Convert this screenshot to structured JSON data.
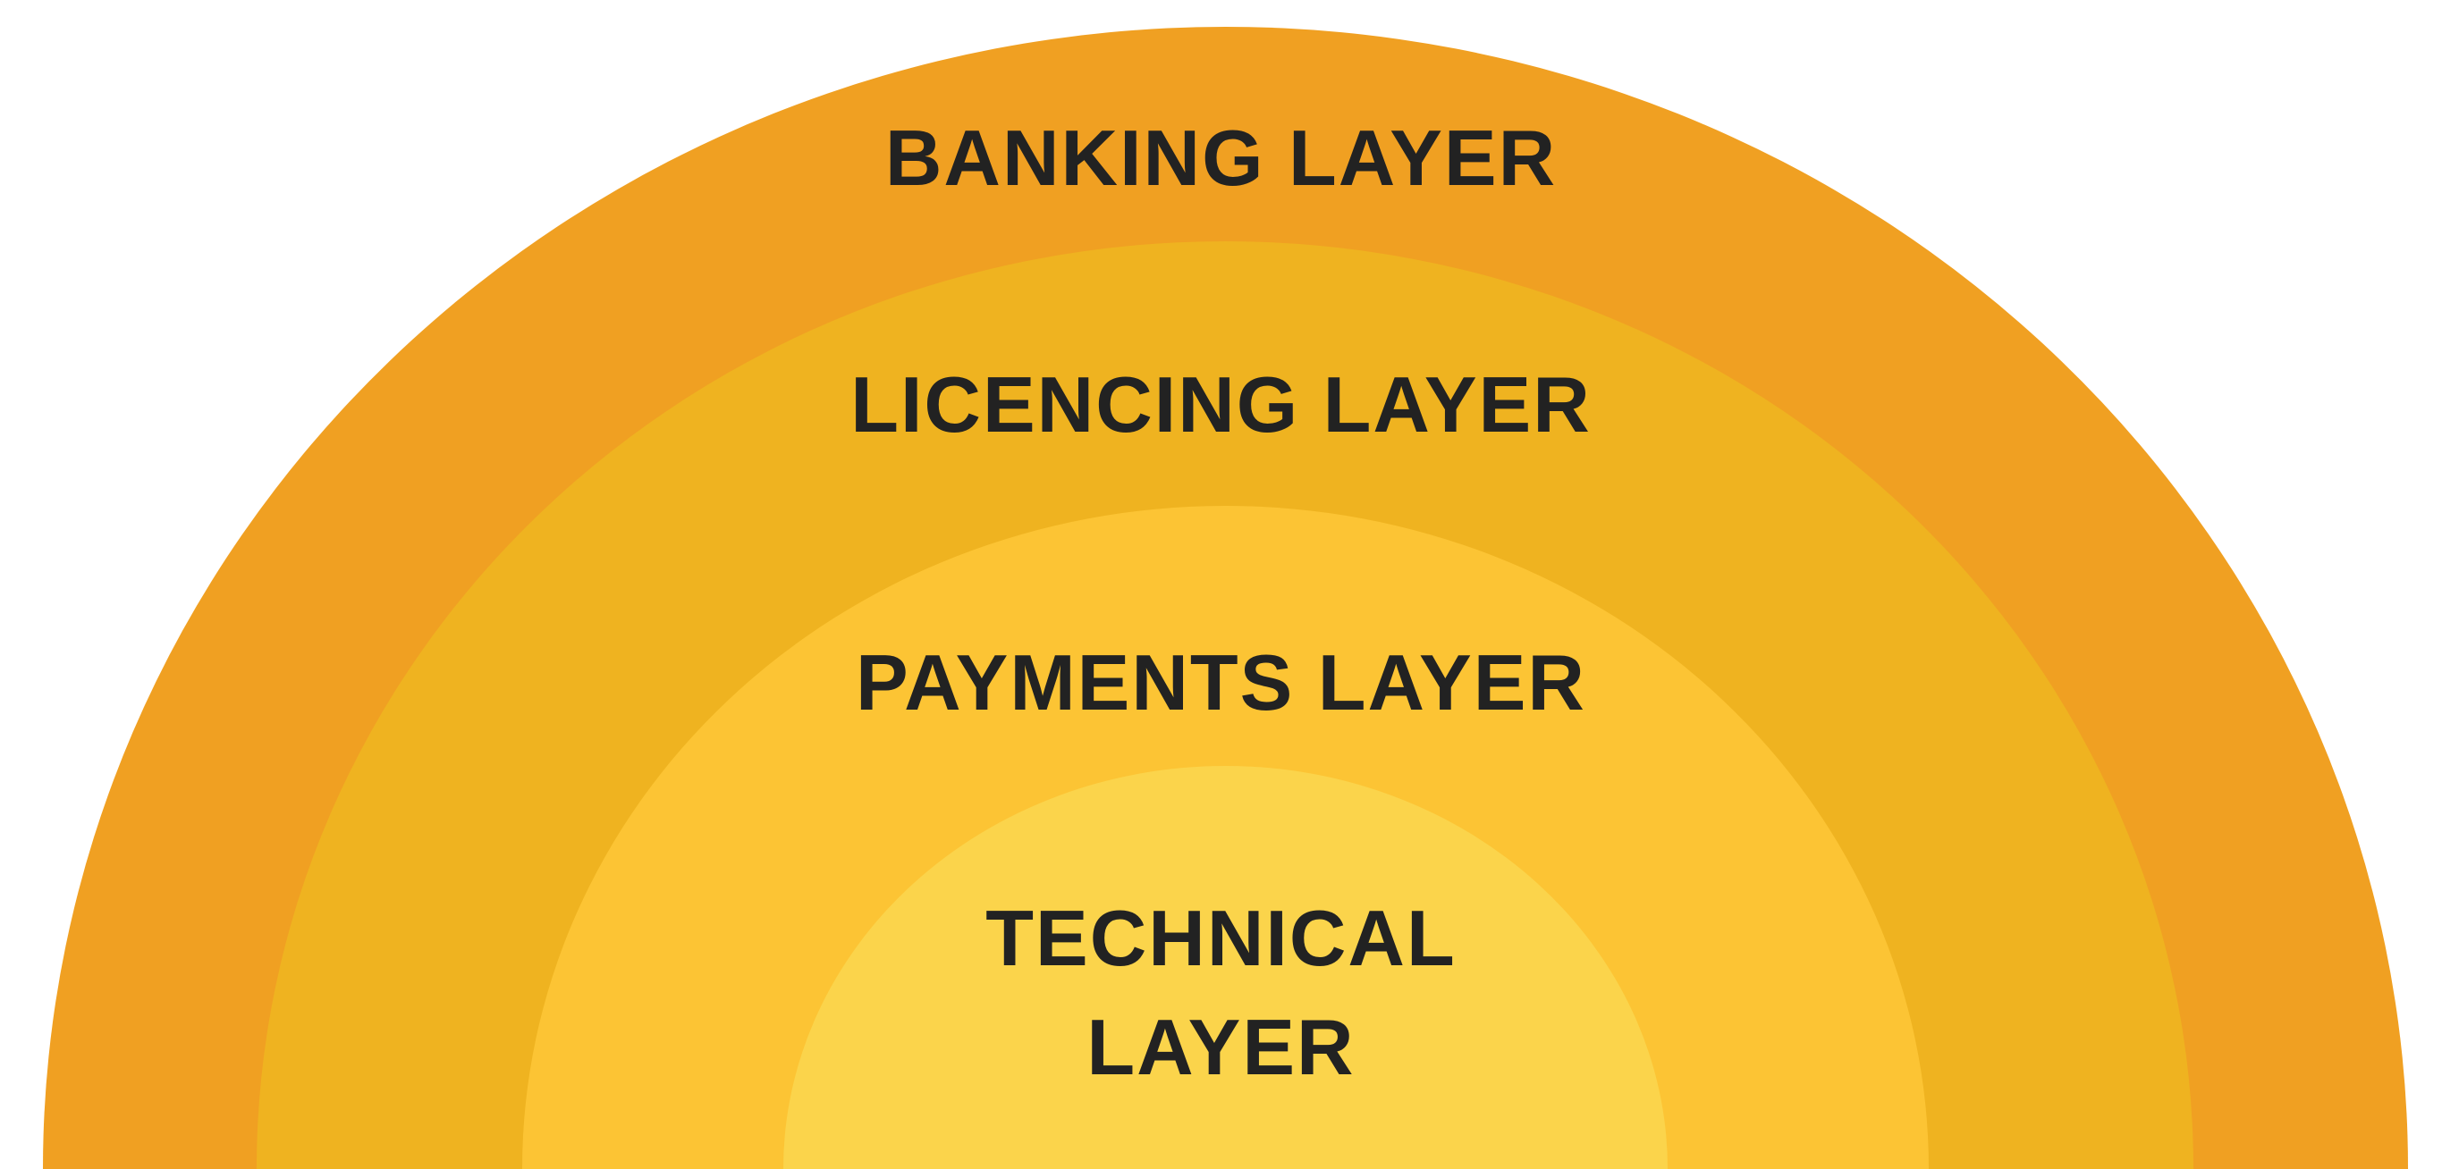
{
  "layers": [
    {
      "id": "banking",
      "label": "BANKING LAYER",
      "color": "#F0A022"
    },
    {
      "id": "licencing",
      "label": "LICENCING LAYER",
      "color": "#EFB320"
    },
    {
      "id": "payments",
      "label": "PAYMENTS LAYER",
      "color": "#FCC434"
    },
    {
      "id": "technical",
      "label_line1": "TECHNICAL",
      "label_line2": "LAYER",
      "color": "#FBD44B"
    }
  ]
}
